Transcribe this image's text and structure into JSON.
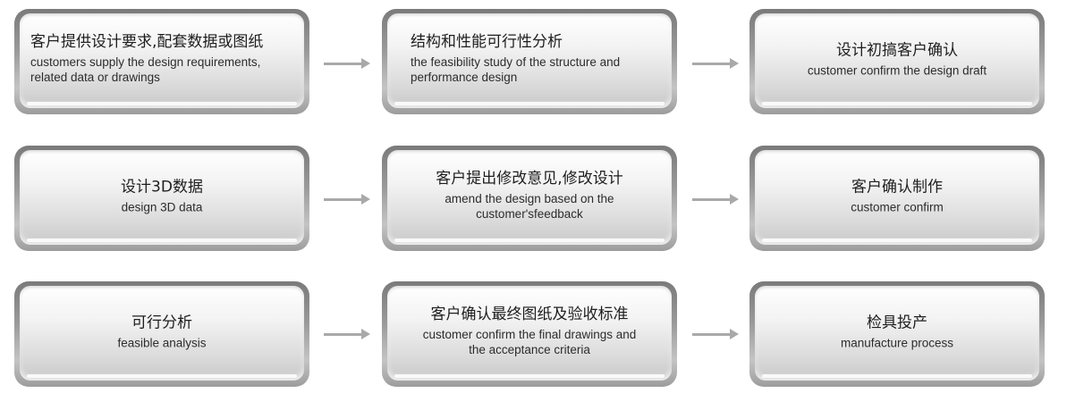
{
  "boxes": [
    {
      "zh": "客户提供设计要求,配套数据或图纸",
      "en": "customers supply the design requirements, related data or drawings"
    },
    {
      "zh": "结构和性能可行性分析",
      "en": "the feasibility study of the structure and performance design"
    },
    {
      "zh": "设计初搞客户确认",
      "en": "customer confirm the design draft"
    },
    {
      "zh": "设计3D数据",
      "en": "design 3D data"
    },
    {
      "zh": "客户提出修改意见,修改设计",
      "en": "amend the design based on the customer'sfeedback"
    },
    {
      "zh": "客户确认制作",
      "en": "customer confirm"
    },
    {
      "zh": "可行分析",
      "en": "feasible analysis"
    },
    {
      "zh": "客户确认最终图纸及验收标准",
      "en": "customer confirm the final drawings and the acceptance criteria"
    },
    {
      "zh": "检具投产",
      "en": "manufacture process"
    }
  ],
  "colors": {
    "arrow": "#a9a9a9",
    "frame": "#8c8c8c",
    "text": "#1e1e1e"
  }
}
